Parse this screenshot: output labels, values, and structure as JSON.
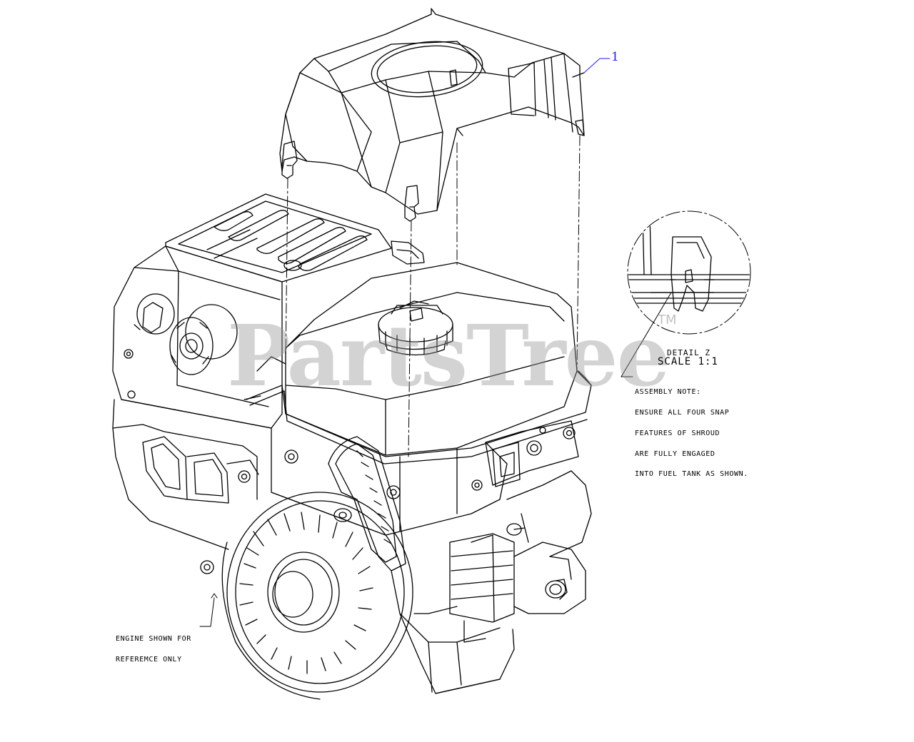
{
  "callout": {
    "number": "1"
  },
  "detail": {
    "title": "DETAIL Z",
    "scale": "SCALE 1:1"
  },
  "assembly_note": {
    "lines": [
      "ASSEMBLY NOTE:",
      "ENSURE ALL FOUR SNAP",
      "FEATURES OF SHROUD",
      "ARE FULLY ENGAGED",
      "INTO FUEL TANK AS SHOWN."
    ]
  },
  "engine_note": {
    "lines": [
      "ENGINE SHOWN FOR",
      "REFEREMCE ONLY"
    ]
  },
  "watermark": {
    "text": "PartsTree",
    "trademark": "TM"
  },
  "colors": {
    "line": "#000000",
    "callout": "#1a1aff",
    "watermark": "#969696"
  }
}
